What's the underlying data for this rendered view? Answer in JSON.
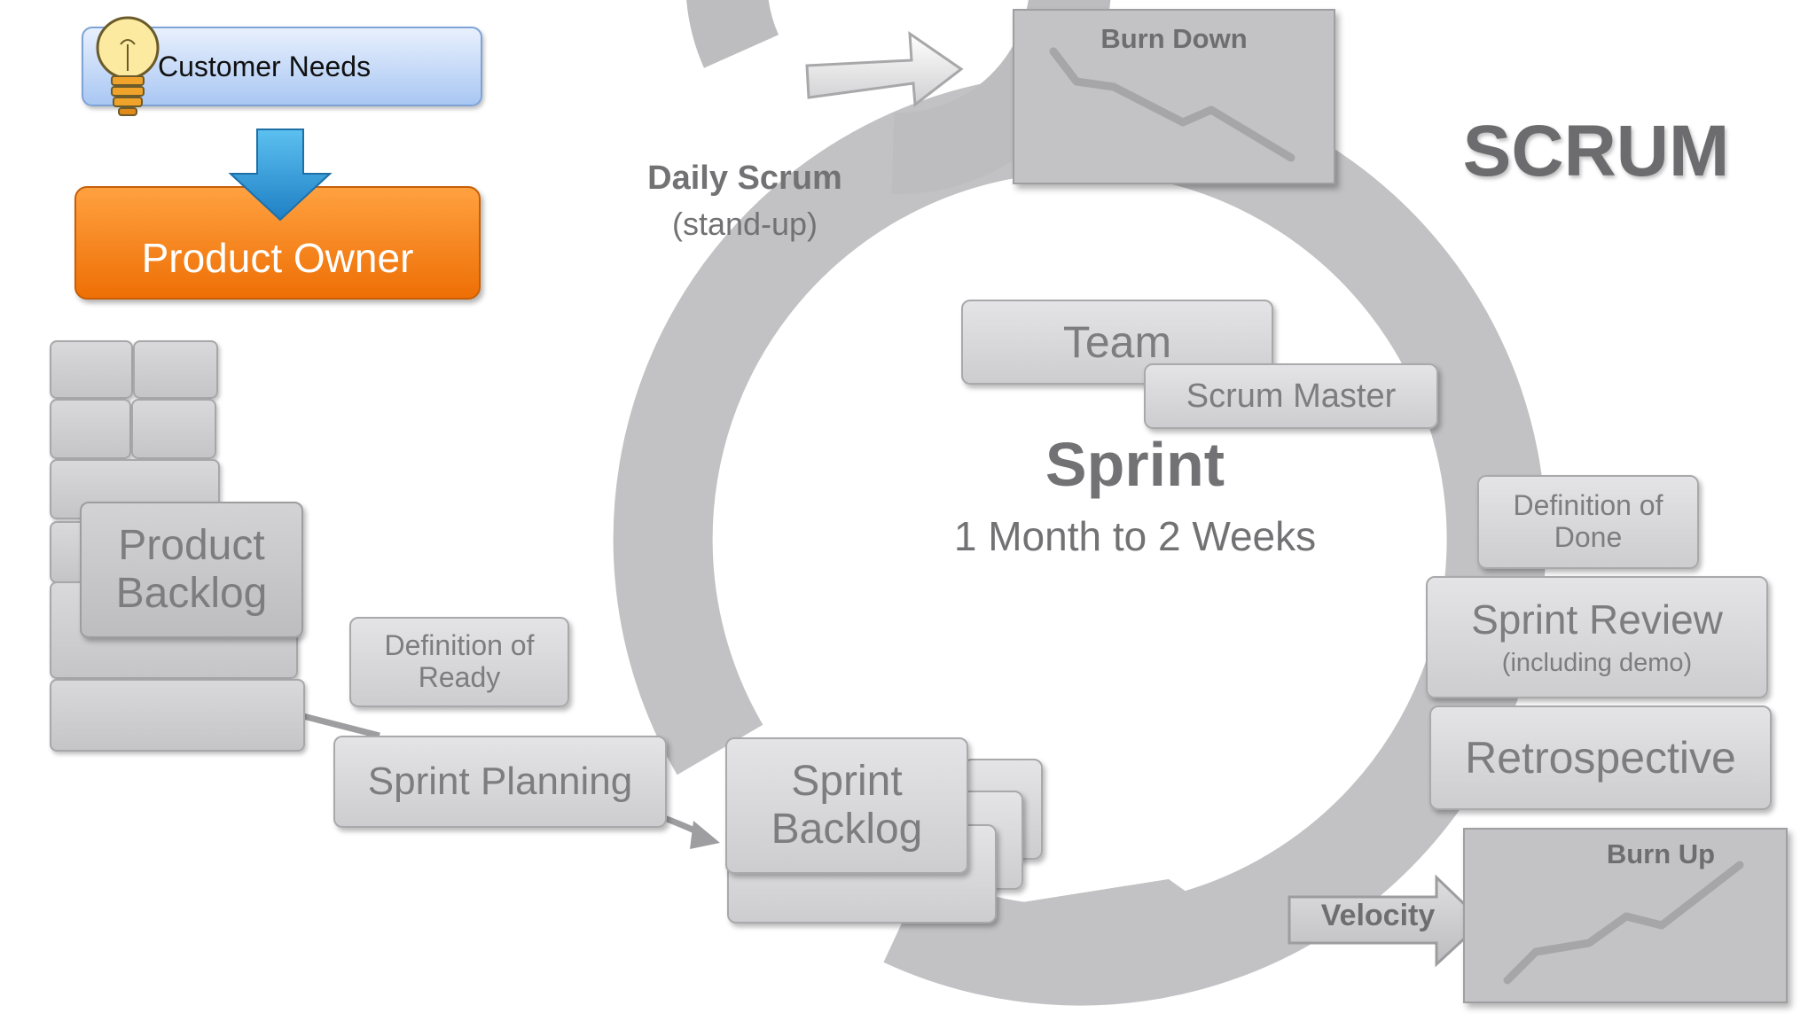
{
  "title": "SCRUM",
  "customer_needs": "Customer Needs",
  "product_owner": "Product Owner",
  "product_backlog": {
    "line1": "Product",
    "line2": "Backlog"
  },
  "definition_of_ready": {
    "line1": "Definition of",
    "line2": "Ready"
  },
  "sprint_planning": "Sprint Planning",
  "sprint_backlog": {
    "line1": "Sprint",
    "line2": "Backlog"
  },
  "daily_scrum": {
    "title": "Daily Scrum",
    "subtitle": "(stand-up)"
  },
  "burn_down": "Burn Down",
  "team": "Team",
  "scrum_master": "Scrum Master",
  "sprint": {
    "title": "Sprint",
    "duration": "1 Month to 2 Weeks"
  },
  "definition_of_done": {
    "line1": "Definition of",
    "line2": "Done"
  },
  "sprint_review": {
    "title": "Sprint Review",
    "subtitle": "(including demo)"
  },
  "retrospective": "Retrospective",
  "velocity": "Velocity",
  "burn_up": "Burn Up",
  "colors": {
    "cycle_gray": "#c2c2c4",
    "product_owner_orange": "#f07c0c",
    "customer_needs_blue": "#bcd4f7",
    "down_arrow_blue": "#2b95d3"
  }
}
